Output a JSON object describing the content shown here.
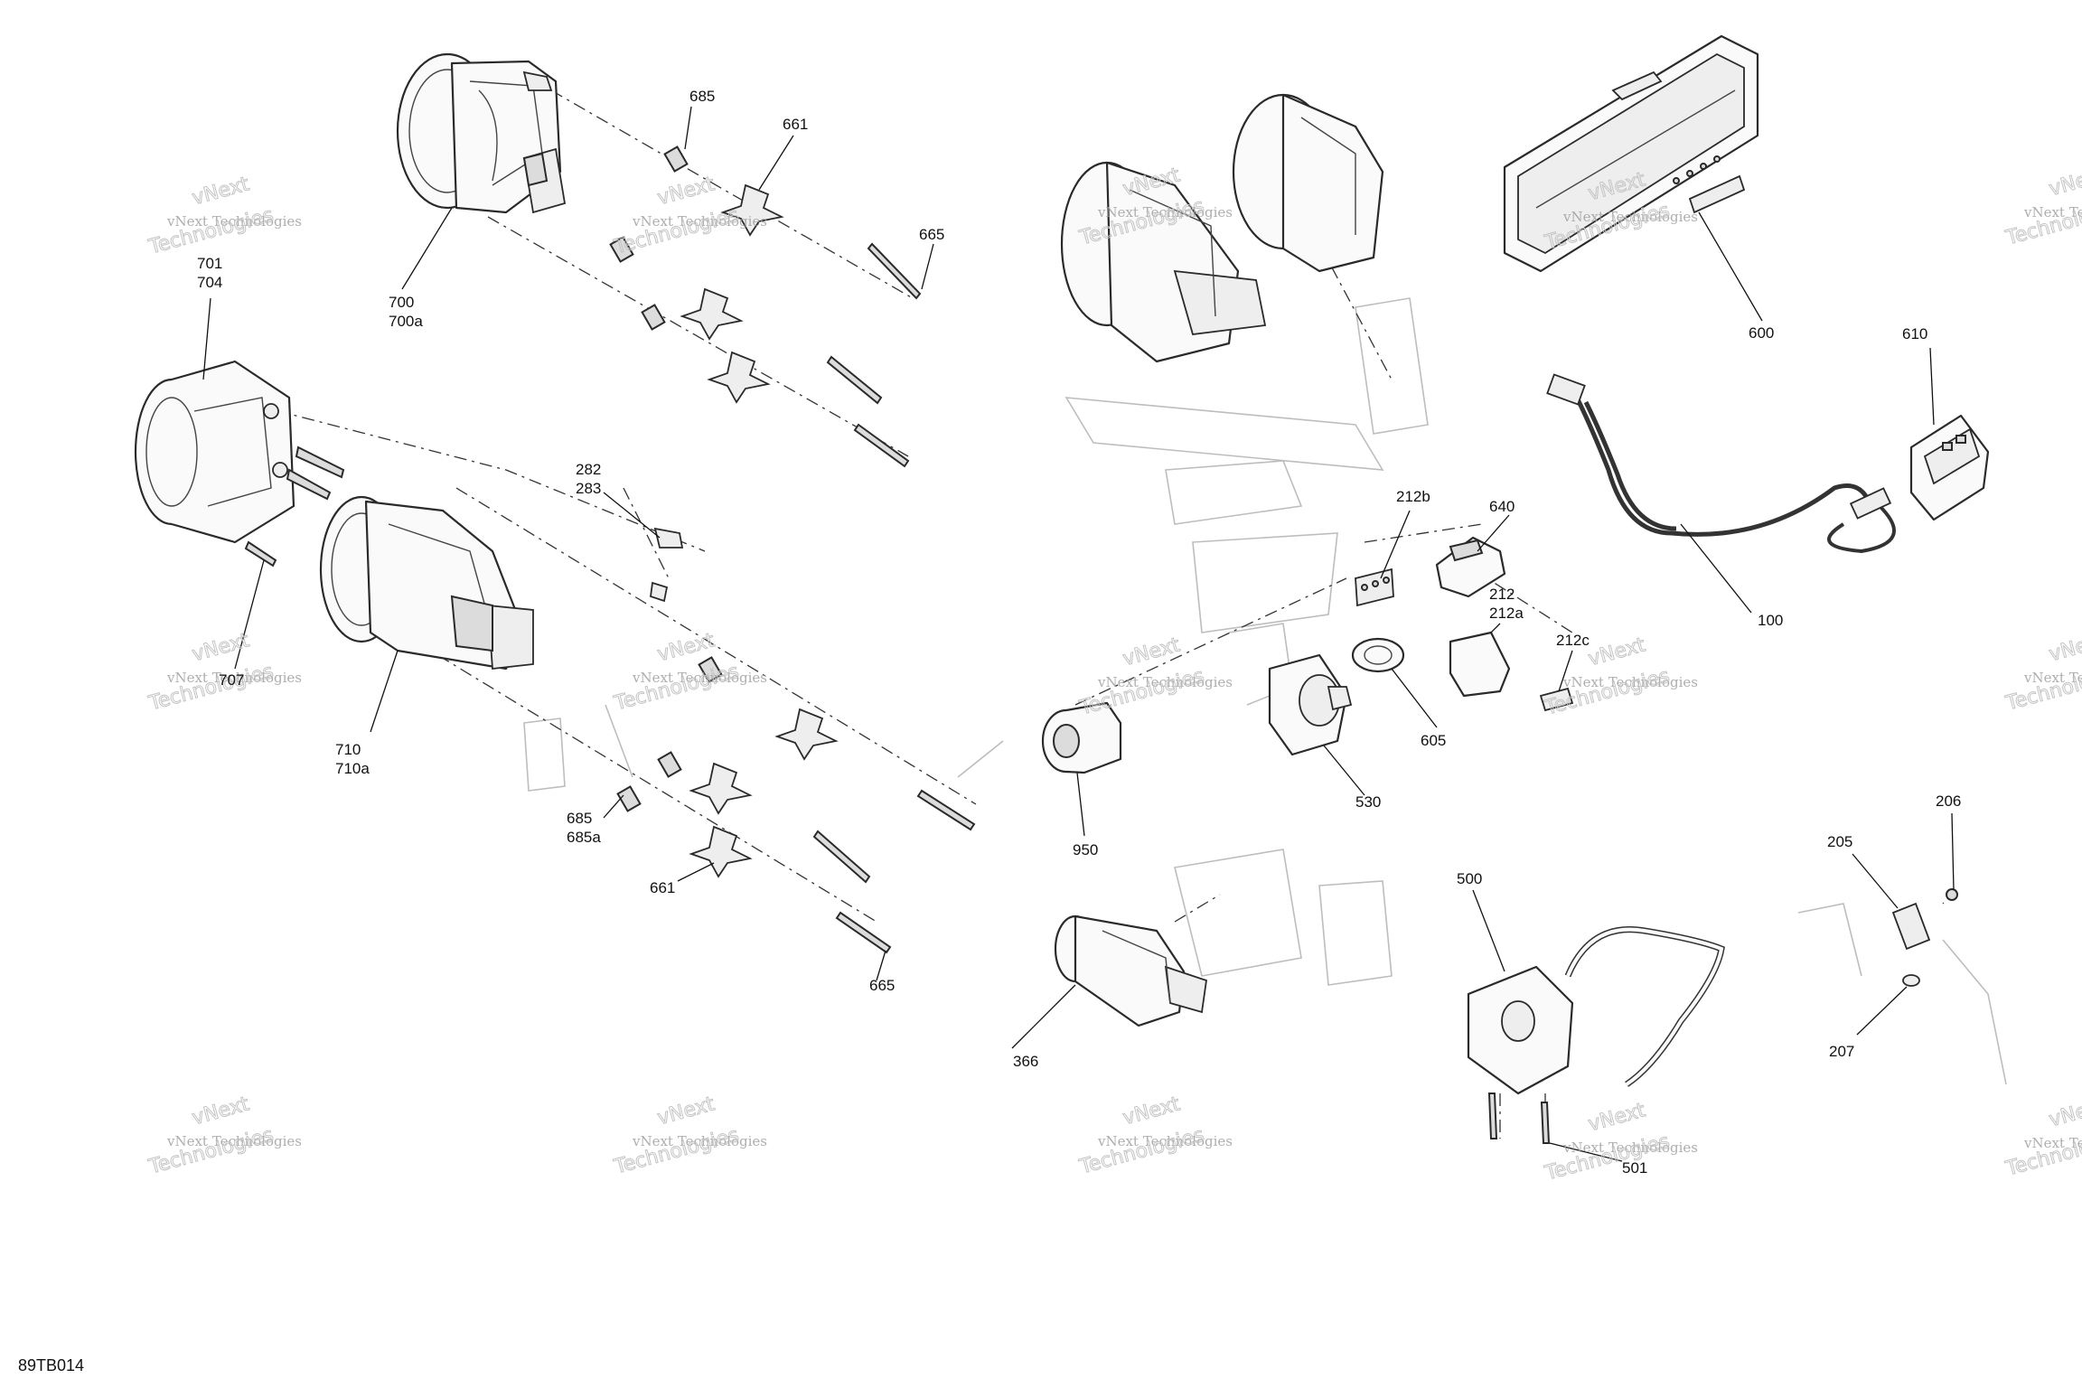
{
  "diagram_code": "89TB014",
  "watermark": {
    "line1": "vNext Technologies",
    "overlay_top": "vNext",
    "overlay_bottom": "Technologies"
  },
  "callouts": {
    "c685_top": "685",
    "c661_top": "661",
    "c665_top": "665",
    "c701": "701",
    "c704": "704",
    "c700": "700",
    "c700a": "700a",
    "c282": "282",
    "c283": "283",
    "c707": "707",
    "c710": "710",
    "c710a": "710a",
    "c685_bot": "685",
    "c685a": "685a",
    "c661_bot": "661",
    "c665_bot": "665",
    "c600": "600",
    "c610": "610",
    "c100": "100",
    "c212b": "212b",
    "c640": "640",
    "c212": "212",
    "c212a": "212a",
    "c212c": "212c",
    "c605": "605",
    "c530": "530",
    "c950": "950",
    "c500": "500",
    "c501": "501",
    "c366": "366",
    "c206": "206",
    "c205": "205",
    "c207": "207"
  }
}
